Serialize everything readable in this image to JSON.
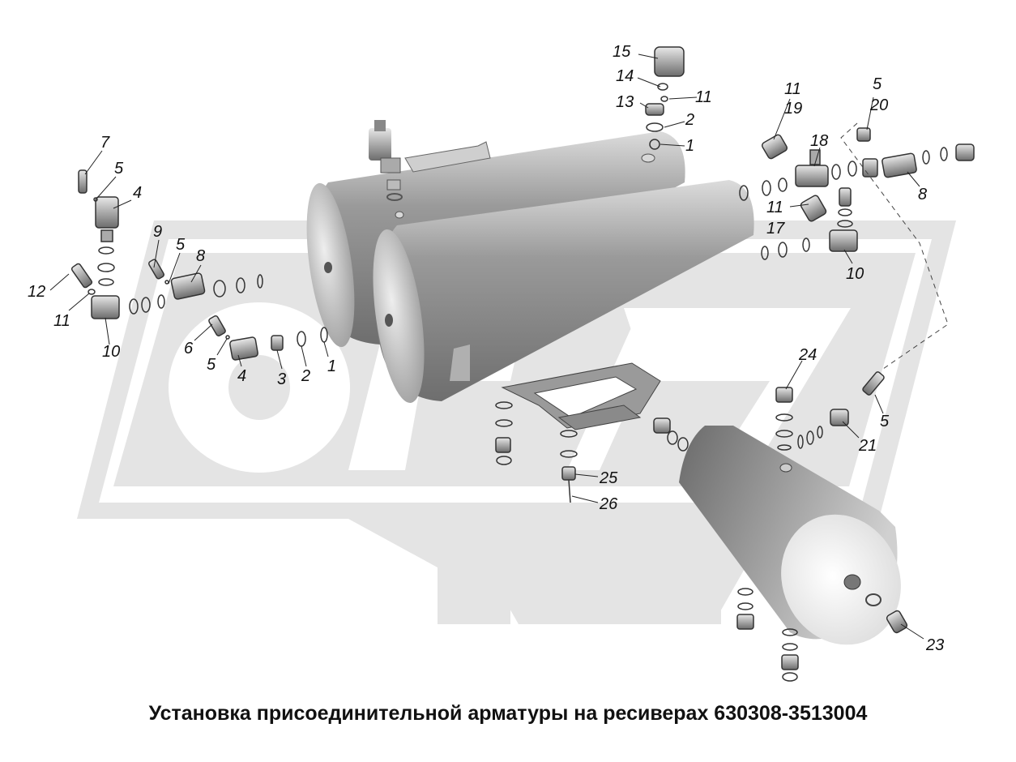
{
  "caption": "Установка присоединительной арматуры на ресиверах 630308-3513004",
  "watermark_icon": "gear-logo-watermark",
  "colors": {
    "tank_light": "#f2f2f2",
    "tank_dark": "#7a7a7a",
    "watermark": "#e3e3e3",
    "ink": "#111111"
  },
  "labels": {
    "l1a": "1",
    "l1b": "1",
    "l2a": "2",
    "l2b": "2",
    "l3": "3",
    "l4a": "4",
    "l4b": "4",
    "l5a": "5",
    "l5b": "5",
    "l5c": "5",
    "l5d": "5",
    "l5e": "5",
    "l6": "6",
    "l7": "7",
    "l8a": "8",
    "l8b": "8",
    "l9": "9",
    "l10a": "10",
    "l10b": "10",
    "l11a": "11",
    "l11b": "11",
    "l11c": "11",
    "l11d": "11",
    "l12": "12",
    "l13": "13",
    "l14": "14",
    "l15": "15",
    "l17": "17",
    "l18": "18",
    "l19": "19",
    "l20": "20",
    "l21": "21",
    "l23": "23",
    "l24": "24",
    "l25": "25",
    "l26": "26"
  }
}
